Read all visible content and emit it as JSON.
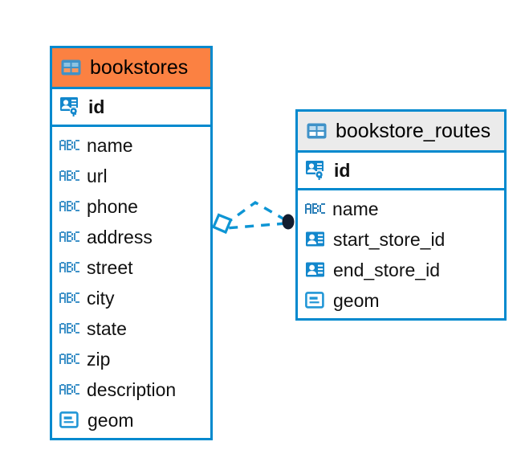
{
  "diagram": {
    "type": "entity-relationship-diagram",
    "background": "#ffffff",
    "colors": {
      "border": "#0089ce",
      "icon_blue": "#2196d6",
      "header_accent": "#fb8142",
      "header_neutral": "#ebebeb",
      "relation_line": "#0d95d4",
      "relation_endpoint": "#111a2b",
      "text": "#111111"
    }
  },
  "entities": [
    {
      "name": "bookstores",
      "header_icon": "table-icon",
      "header_style": "accent-orange",
      "primary_key": {
        "label": "id",
        "icon": "primary-key-icon"
      },
      "fields": [
        {
          "label": "name",
          "icon": "text-abc-icon"
        },
        {
          "label": "url",
          "icon": "text-abc-icon"
        },
        {
          "label": "phone",
          "icon": "text-abc-icon"
        },
        {
          "label": "address",
          "icon": "text-abc-icon"
        },
        {
          "label": "street",
          "icon": "text-abc-icon"
        },
        {
          "label": "city",
          "icon": "text-abc-icon"
        },
        {
          "label": "state",
          "icon": "text-abc-icon"
        },
        {
          "label": "zip",
          "icon": "text-abc-icon"
        },
        {
          "label": "description",
          "icon": "text-abc-icon"
        },
        {
          "label": "geom",
          "icon": "geometry-icon"
        }
      ]
    },
    {
      "name": "bookstore_routes",
      "header_icon": "table-icon",
      "header_style": "accent-grey",
      "primary_key": {
        "label": "id",
        "icon": "primary-key-icon"
      },
      "fields": [
        {
          "label": "name",
          "icon": "text-abc-icon"
        },
        {
          "label": "start_store_id",
          "icon": "foreign-key-icon"
        },
        {
          "label": "end_store_id",
          "icon": "foreign-key-icon"
        },
        {
          "label": "geom",
          "icon": "geometry-icon"
        }
      ]
    }
  ],
  "relationship": {
    "from_entity": "bookstores",
    "to_entity": "bookstore_routes",
    "from_marker": "diamond-outline",
    "to_marker": "filled-circle",
    "line_style": "dashed",
    "branches": 2
  }
}
